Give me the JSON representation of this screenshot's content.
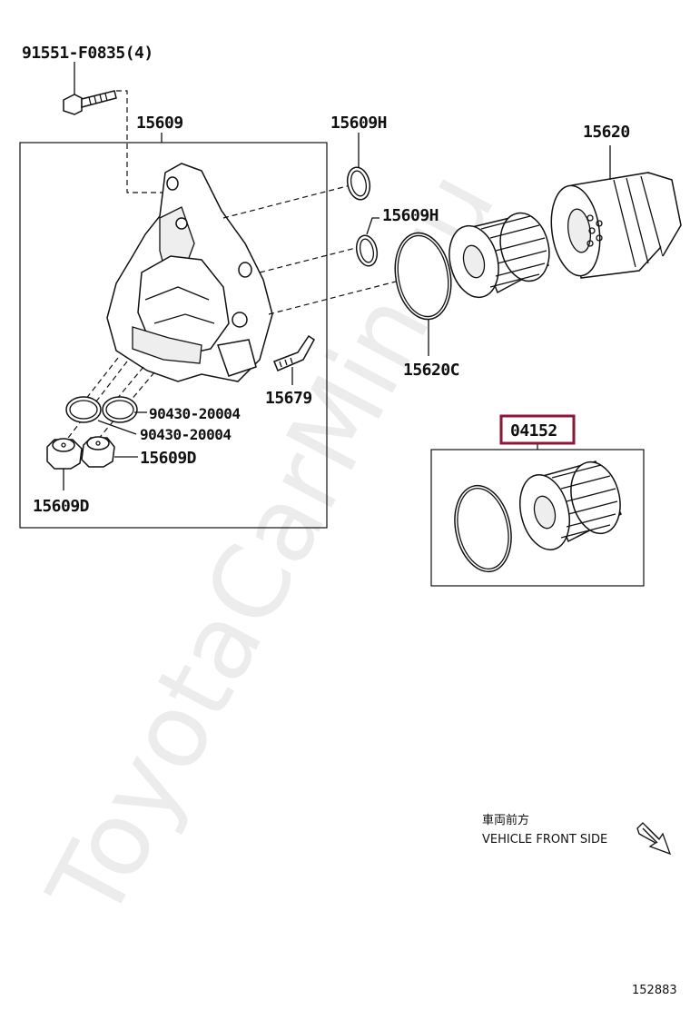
{
  "labels": {
    "bolt": "91551-F0835(4)",
    "housing": "15609",
    "oring_top": "15609H",
    "oring_mid": "15609H",
    "cap": "15620",
    "gasket": "15620C",
    "clip": "15679",
    "oring_1": "90430-20004",
    "oring_2": "90430-20004",
    "plug_right": "15609D",
    "plug_left": "15609D",
    "filter_kit": "04152"
  },
  "direction": {
    "jp": "車両前方",
    "en": "VEHICLE FRONT SIDE"
  },
  "image_id": "152883",
  "watermark": "ToyotaCarMin.ru",
  "colors": {
    "highlight": "#8e1537",
    "line": "#111111"
  }
}
